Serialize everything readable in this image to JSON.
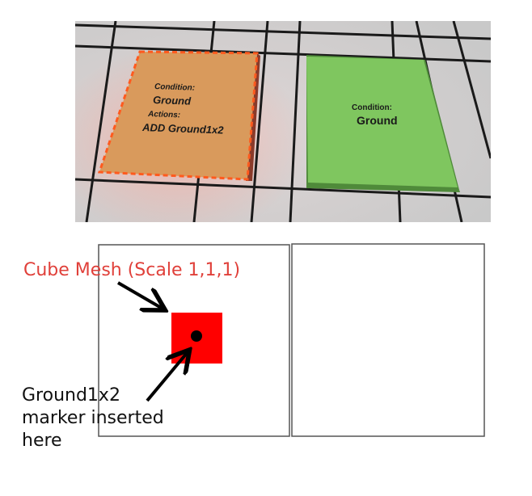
{
  "scene": {
    "orange_tile": {
      "condition_label": "Condition:",
      "condition_value": "Ground",
      "actions_label": "Actions:",
      "action_value": "ADD Ground1x2",
      "fill_color": "#d99a5c",
      "outline_color": "#ff5a1e"
    },
    "green_tile": {
      "condition_label": "Condition:",
      "condition_value": "Ground",
      "fill_color": "#7fc65f"
    }
  },
  "diagram": {
    "cube_callout": "Cube Mesh (Scale 1,1,1)",
    "marker_callout": "Ground1x2\nmarker inserted\nhere",
    "cube_color": "#ff0000",
    "callout_color": "#e0403a"
  }
}
